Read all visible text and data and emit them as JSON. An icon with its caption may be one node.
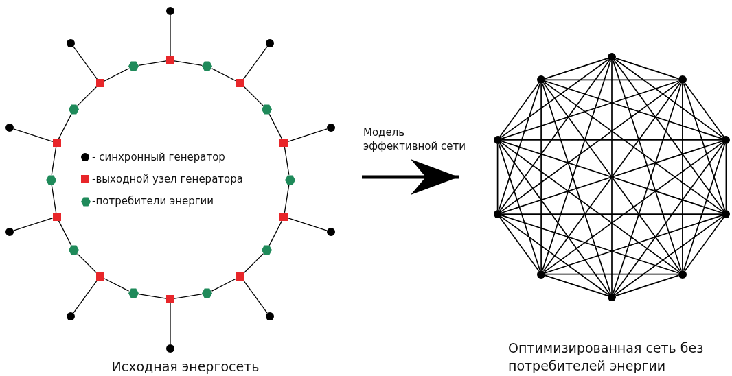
{
  "diagram": {
    "nodes": [
      {
        "text": [
          "Исходная энергосеть"
        ]
      },
      {
        "text": [
          "Оптимизированная сеть без потребителей энергии"
        ]
      },
      {
        "text": [],
        "shape": "box",
        "in": 0
      },
      {
        "text": [],
        "shape": "box",
        "in": 0
      },
      {
        "text": [],
        "shape": "box",
        "in": 0
      },
      {
        "text": [],
        "shape": "box",
        "in": 0
      },
      {
        "text": [],
        "shape": "box",
        "in": 0
      },
      {
        "text": [],
        "shape": "box",
        "in": 0
      },
      {
        "text": [],
        "shape": "box",
        "in": 0
      },
      {
        "text": [],
        "shape": "box",
        "in": 0
      },
      {
        "text": [],
        "shape": "box",
        "in": 0
      },
      {
        "text": [],
        "shape": "box",
        "in": 0
      },
      {
        "text": [],
        "shape": "circle",
        "in": 0
      },
      {
        "text": [],
        "shape": "circle",
        "in": 0
      },
      {
        "text": [],
        "shape": "circle",
        "in": 0
      },
      {
        "text": [],
        "shape": "circle",
        "in": 0
      },
      {
        "text": [],
        "shape": "circle",
        "in": 0
      },
      {
        "text": [],
        "shape": "circle",
        "in": 0
      },
      {
        "text": [],
        "shape": "circle",
        "in": 0
      },
      {
        "text": [],
        "shape": "circle",
        "in": 0
      },
      {
        "text": [],
        "shape": "circle",
        "in": 0
      },
      {
        "text": [],
        "shape": "circle",
        "in": 0
      },
      {
        "text": [],
        "shape": "hexagon",
        "in": 0
      },
      {
        "text": [],
        "shape": "hexagon",
        "in": 0
      },
      {
        "text": [],
        "shape": "hexagon",
        "in": 0
      },
      {
        "text": [],
        "shape": "hexagon",
        "in": 0
      },
      {
        "text": [],
        "shape": "hexagon",
        "in": 0
      },
      {
        "text": [],
        "shape": "hexagon",
        "in": 0
      },
      {
        "text": [],
        "shape": "hexagon",
        "in": 0
      },
      {
        "text": [],
        "shape": "hexagon",
        "in": 0
      },
      {
        "text": [],
        "shape": "hexagon",
        "in": 0
      },
      {
        "text": [],
        "shape": "hexagon",
        "in": 0
      },
      {
        "text": [],
        "shape": "circle",
        "in": 1
      },
      {
        "text": [],
        "shape": "circle",
        "in": 1
      },
      {
        "text": [],
        "shape": "circle",
        "in": 1
      },
      {
        "text": [],
        "shape": "circle",
        "in": 1
      },
      {
        "text": [],
        "shape": "circle",
        "in": 1
      },
      {
        "text": [],
        "shape": "circle",
        "in": 1
      },
      {
        "text": [],
        "shape": "circle",
        "in": 1
      },
      {
        "text": [],
        "shape": "circle",
        "in": 1
      },
      {
        "text": [],
        "shape": "circle",
        "in": 1
      },
      {
        "text": [],
        "shape": "circle",
        "in": 1
      }
    ],
    "edges": [
      {
        "from": 0,
        "to": 1,
        "arrow": "to",
        "label": "Модель эффективной сети",
        "style": "thick"
      },
      {
        "from": 2,
        "to": 12,
        "arrow": "none"
      },
      {
        "from": 2,
        "to": 22,
        "arrow": "none"
      },
      {
        "from": 22,
        "to": 3,
        "arrow": "none"
      },
      {
        "from": 3,
        "to": 13,
        "arrow": "none"
      },
      {
        "from": 3,
        "to": 23,
        "arrow": "none"
      },
      {
        "from": 23,
        "to": 4,
        "arrow": "none"
      },
      {
        "from": 4,
        "to": 14,
        "arrow": "none"
      },
      {
        "from": 4,
        "to": 24,
        "arrow": "none"
      },
      {
        "from": 24,
        "to": 5,
        "arrow": "none"
      },
      {
        "from": 5,
        "to": 15,
        "arrow": "none"
      },
      {
        "from": 5,
        "to": 25,
        "arrow": "none"
      },
      {
        "from": 25,
        "to": 6,
        "arrow": "none"
      },
      {
        "from": 6,
        "to": 16,
        "arrow": "none"
      },
      {
        "from": 6,
        "to": 26,
        "arrow": "none"
      },
      {
        "from": 26,
        "to": 7,
        "arrow": "none"
      },
      {
        "from": 7,
        "to": 17,
        "arrow": "none"
      },
      {
        "from": 7,
        "to": 27,
        "arrow": "none"
      },
      {
        "from": 27,
        "to": 8,
        "arrow": "none"
      },
      {
        "from": 8,
        "to": 18,
        "arrow": "none"
      },
      {
        "from": 8,
        "to": 28,
        "arrow": "none"
      },
      {
        "from": 28,
        "to": 9,
        "arrow": "none"
      },
      {
        "from": 9,
        "to": 19,
        "arrow": "none"
      },
      {
        "from": 9,
        "to": 29,
        "arrow": "none"
      },
      {
        "from": 29,
        "to": 10,
        "arrow": "none"
      },
      {
        "from": 10,
        "to": 20,
        "arrow": "none"
      },
      {
        "from": 10,
        "to": 30,
        "arrow": "none"
      },
      {
        "from": 30,
        "to": 11,
        "arrow": "none"
      },
      {
        "from": 11,
        "to": 21,
        "arrow": "none"
      },
      {
        "from": 11,
        "to": 31,
        "arrow": "none"
      },
      {
        "from": 31,
        "to": 2,
        "arrow": "none"
      },
      {
        "from": 32,
        "to": 33,
        "arrow": "none"
      },
      {
        "from": 32,
        "to": 34,
        "arrow": "none"
      },
      {
        "from": 32,
        "to": 35,
        "arrow": "none"
      },
      {
        "from": 32,
        "to": 36,
        "arrow": "none"
      },
      {
        "from": 32,
        "to": 37,
        "arrow": "none"
      },
      {
        "from": 32,
        "to": 38,
        "arrow": "none"
      },
      {
        "from": 32,
        "to": 39,
        "arrow": "none"
      },
      {
        "from": 32,
        "to": 40,
        "arrow": "none"
      },
      {
        "from": 32,
        "to": 41,
        "arrow": "none"
      },
      {
        "from": 33,
        "to": 34,
        "arrow": "none"
      },
      {
        "from": 33,
        "to": 35,
        "arrow": "none"
      },
      {
        "from": 33,
        "to": 36,
        "arrow": "none"
      },
      {
        "from": 33,
        "to": 37,
        "arrow": "none"
      },
      {
        "from": 33,
        "to": 38,
        "arrow": "none"
      },
      {
        "from": 33,
        "to": 39,
        "arrow": "none"
      },
      {
        "from": 33,
        "to": 40,
        "arrow": "none"
      },
      {
        "from": 33,
        "to": 41,
        "arrow": "none"
      },
      {
        "from": 34,
        "to": 35,
        "arrow": "none"
      },
      {
        "from": 34,
        "to": 36,
        "arrow": "none"
      },
      {
        "from": 34,
        "to": 37,
        "arrow": "none"
      },
      {
        "from": 34,
        "to": 38,
        "arrow": "none"
      },
      {
        "from": 34,
        "to": 39,
        "arrow": "none"
      },
      {
        "from": 34,
        "to": 40,
        "arrow": "none"
      },
      {
        "from": 34,
        "to": 41,
        "arrow": "none"
      },
      {
        "from": 35,
        "to": 36,
        "arrow": "none"
      },
      {
        "from": 35,
        "to": 37,
        "arrow": "none"
      },
      {
        "from": 35,
        "to": 38,
        "arrow": "none"
      },
      {
        "from": 35,
        "to": 39,
        "arrow": "none"
      },
      {
        "from": 35,
        "to": 40,
        "arrow": "none"
      },
      {
        "from": 35,
        "to": 41,
        "arrow": "none"
      },
      {
        "from": 36,
        "to": 37,
        "arrow": "none"
      },
      {
        "from": 36,
        "to": 38,
        "arrow": "none"
      },
      {
        "from": 36,
        "to": 39,
        "arrow": "none"
      },
      {
        "from": 36,
        "to": 40,
        "arrow": "none"
      },
      {
        "from": 36,
        "to": 41,
        "arrow": "none"
      },
      {
        "from": 37,
        "to": 38,
        "arrow": "none"
      },
      {
        "from": 37,
        "to": 39,
        "arrow": "none"
      },
      {
        "from": 37,
        "to": 40,
        "arrow": "none"
      },
      {
        "from": 37,
        "to": 41,
        "arrow": "none"
      },
      {
        "from": 38,
        "to": 39,
        "arrow": "none"
      },
      {
        "from": 38,
        "to": 40,
        "arrow": "none"
      },
      {
        "from": 38,
        "to": 41,
        "arrow": "none"
      },
      {
        "from": 39,
        "to": 40,
        "arrow": "none"
      },
      {
        "from": 39,
        "to": 41,
        "arrow": "none"
      },
      {
        "from": 40,
        "to": 41,
        "arrow": "none"
      }
    ],
    "legend": [
      {
        "text": "- синхронный генератор",
        "color": "#000000"
      },
      {
        "text": "-выходной узел генератора",
        "color": "#e8262a"
      },
      {
        "text": "-потребители энергии",
        "color": "#1f8a5a"
      }
    ]
  }
}
